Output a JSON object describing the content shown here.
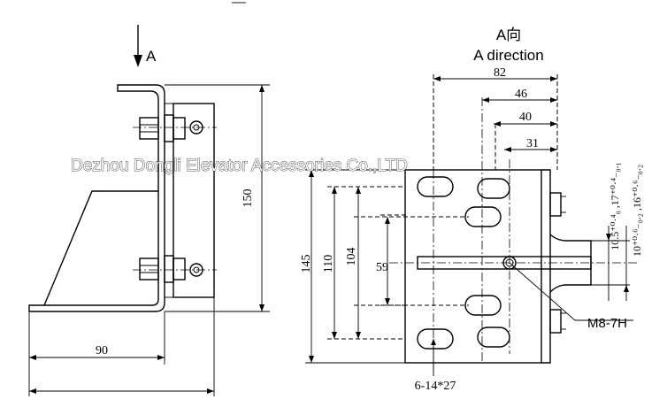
{
  "view_label": {
    "arrow_letter": "A",
    "direction_cn": "A向",
    "direction_en": "A direction"
  },
  "dimensions": {
    "d150": "150",
    "d90": "90",
    "d82": "82",
    "d46": "46",
    "d40": "40",
    "d31": "31",
    "d145": "145",
    "d110": "110",
    "d104": "104",
    "d59": "59",
    "slots": "6-14*27",
    "thread": "M8-7H",
    "tol_left": "10.5⁺⁰·⁴₀ ,17⁺⁰·⁴₋₀.₁",
    "tol_right": "10⁺⁰·⁶₋₀.₂ ,16⁺⁰·⁶₋₀.₂"
  },
  "watermark": "Dezhou Dongli Elevator Accessories Co.,LTD"
}
